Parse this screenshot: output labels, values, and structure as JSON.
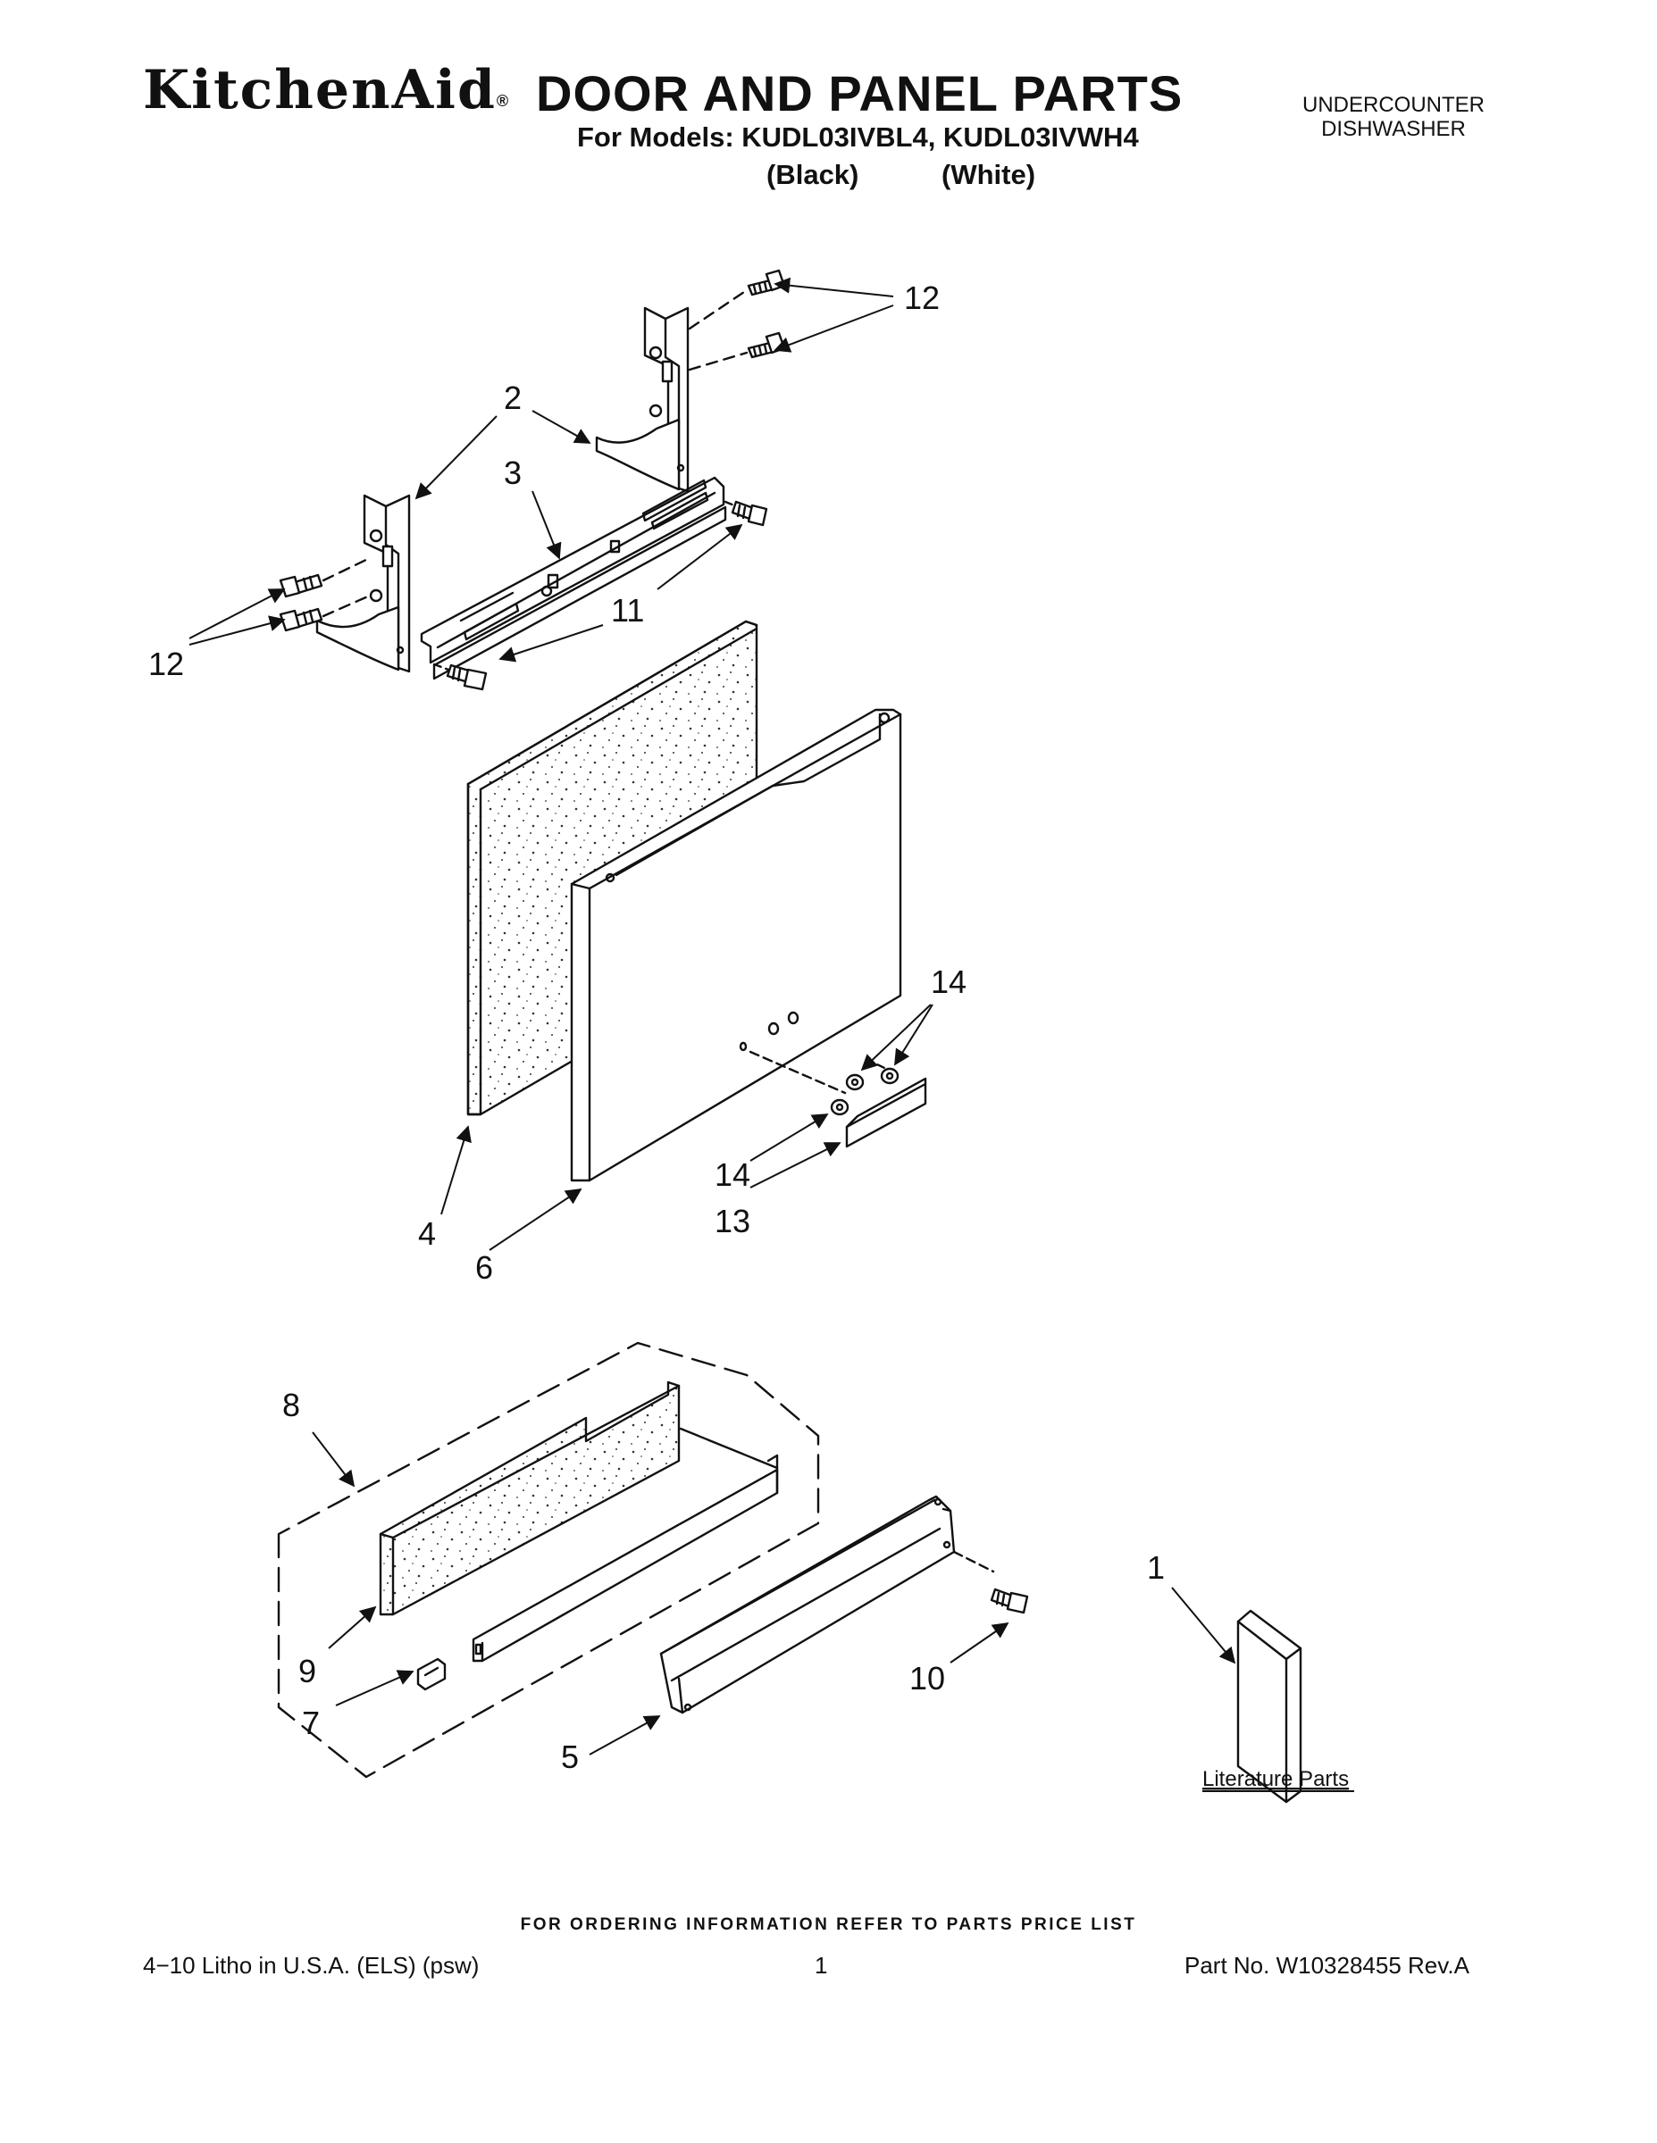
{
  "header": {
    "brand": "KitchenAid",
    "registered_mark": "®",
    "title": "DOOR AND PANEL PARTS",
    "models_line": "For Models: KUDL03IVBL4, KUDL03IVWH4",
    "variant_black": "(Black)",
    "variant_white": "(White)",
    "product_type_line1": "UNDERCOUNTER",
    "product_type_line2": "DISHWASHER"
  },
  "diagram": {
    "callouts": {
      "c12_top": "12",
      "c2": "2",
      "c3": "3",
      "c11": "11",
      "c12_left": "12",
      "c14_top": "14",
      "c14_bottom": "14",
      "c13": "13",
      "c4": "4",
      "c6": "6",
      "c8": "8",
      "c9": "9",
      "c7": "7",
      "c5": "5",
      "c10": "10",
      "c1": "1"
    },
    "literature_label": "Literature Parts"
  },
  "footer": {
    "ordering_note": "FOR ORDERING INFORMATION REFER TO PARTS PRICE LIST",
    "litho": "4−10 Litho in U.S.A. (ELS) (psw)",
    "page_number": "1",
    "part_number": "Part No. W10328455 Rev.A"
  },
  "colors": {
    "ink": "#111111",
    "paper": "#ffffff"
  }
}
